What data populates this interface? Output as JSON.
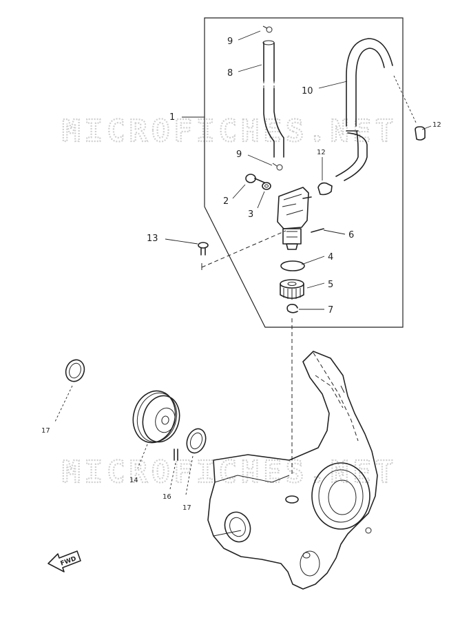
{
  "watermark": "MICROFICHES.NET",
  "fwd_label": "FWD",
  "callouts": {
    "c1": "1",
    "c2": "2",
    "c3": "3",
    "c4": "4",
    "c5": "5",
    "c6": "6",
    "c7": "7",
    "c8": "8",
    "c9a": "9",
    "c9b": "9",
    "c10": "10",
    "c12a": "12",
    "c12b": "12",
    "c13": "13",
    "c14": "14",
    "c16": "16",
    "c17a": "17",
    "c17b": "17"
  }
}
